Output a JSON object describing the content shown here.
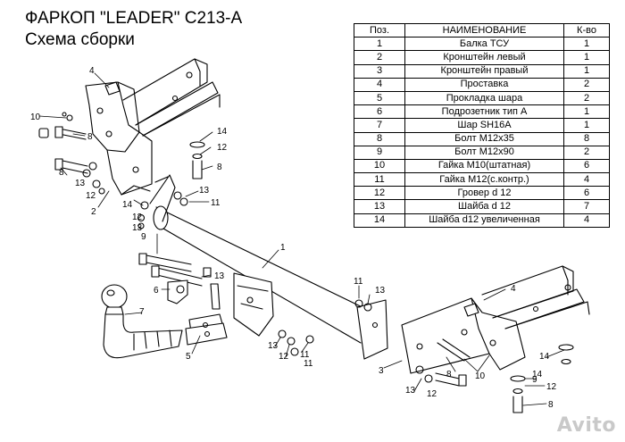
{
  "header": {
    "title": "ФАРКОП \"LEADER\" C213-A",
    "subtitle": "Схема сборки"
  },
  "table": {
    "columns": [
      "Поз.",
      "НАИМЕНОВАНИЕ",
      "К-во"
    ],
    "rows": [
      {
        "pos": "1",
        "name": "Балка ТСУ",
        "qty": "1"
      },
      {
        "pos": "2",
        "name": "Кронштейн левый",
        "qty": "1"
      },
      {
        "pos": "3",
        "name": "Кронштейн правый",
        "qty": "1"
      },
      {
        "pos": "4",
        "name": "Проставка",
        "qty": "2"
      },
      {
        "pos": "5",
        "name": "Прокладка шара",
        "qty": "2"
      },
      {
        "pos": "6",
        "name": "Подрозетник тип А",
        "qty": "1"
      },
      {
        "pos": "7",
        "name": "Шар SH16A",
        "qty": "1"
      },
      {
        "pos": "8",
        "name": "Болт М12х35",
        "qty": "8"
      },
      {
        "pos": "9",
        "name": "Болт М12х90",
        "qty": "2"
      },
      {
        "pos": "10",
        "name": "Гайка М10(штатная)",
        "qty": "6"
      },
      {
        "pos": "11",
        "name": "Гайка М12(с.контр.)",
        "qty": "4"
      },
      {
        "pos": "12",
        "name": "Гровер d 12",
        "qty": "6"
      },
      {
        "pos": "13",
        "name": "Шайба d 12",
        "qty": "7"
      },
      {
        "pos": "14",
        "name": "Шайба d12 увеличенная",
        "qty": "4"
      }
    ]
  },
  "callouts": {
    "c1": "1",
    "c2": "2",
    "c3": "3",
    "c4": "4",
    "c5": "5",
    "c6": "6",
    "c7": "7",
    "c8": "8",
    "c9": "9",
    "c10": "10",
    "c11": "11",
    "c12": "12",
    "c13": "13",
    "c14": "14"
  },
  "watermark": "Avito"
}
